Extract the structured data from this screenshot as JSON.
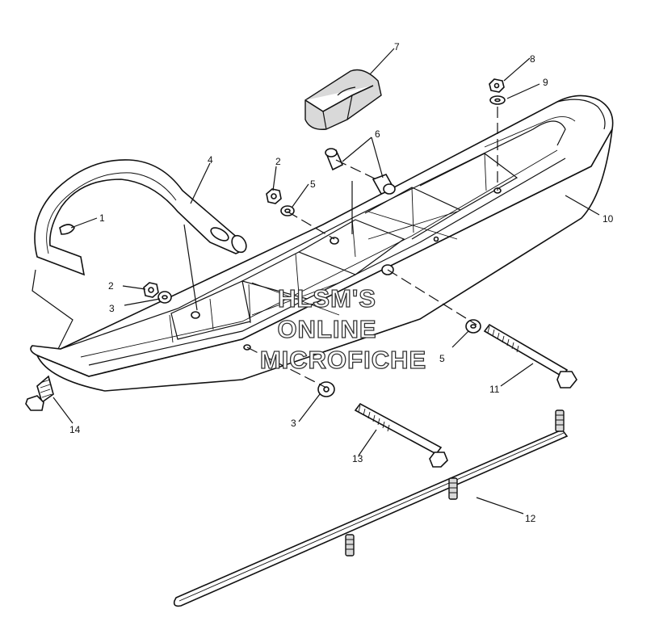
{
  "callouts": [
    "1",
    "2",
    "2",
    "3",
    "3",
    "4",
    "5",
    "5",
    "6",
    "7",
    "8",
    "9",
    "10",
    "11",
    "12",
    "13",
    "14"
  ],
  "watermark": {
    "line1": "HLSM'S",
    "line2": "ONLINE",
    "line3": "MICROFICHE"
  }
}
